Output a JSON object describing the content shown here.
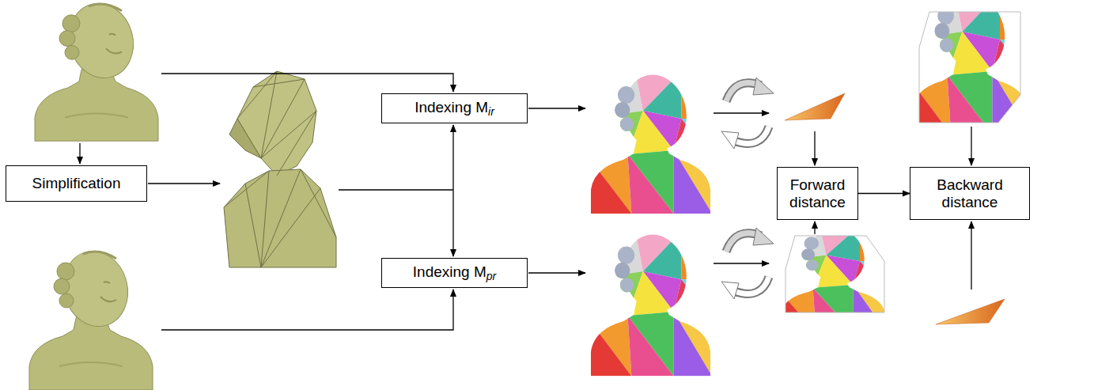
{
  "diagram": {
    "nodes": [
      {
        "text": [
          "Simplification"
        ]
      },
      {
        "text": [
          "Indexing M",
          "ir"
        ]
      },
      {
        "text": [
          "Indexing M",
          "pr"
        ]
      },
      {
        "text": [
          "Forward distance"
        ]
      },
      {
        "text": [
          "Backward distance"
        ]
      }
    ],
    "edges": [
      {
        "from": 3,
        "to": 4,
        "arrow": "to"
      }
    ]
  }
}
